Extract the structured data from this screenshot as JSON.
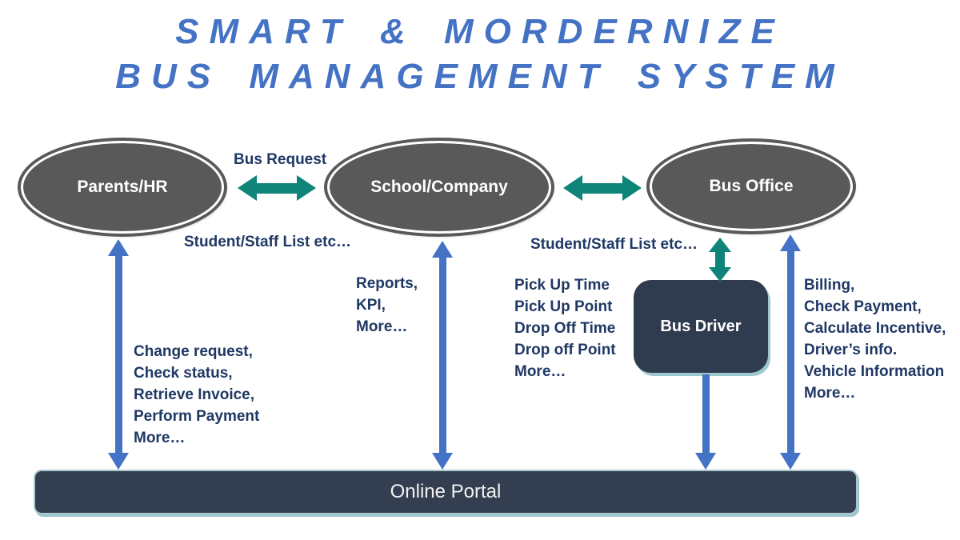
{
  "title": {
    "line1": "SMART & MORDERNIZE",
    "line2": "BUS MANAGEMENT SYSTEM"
  },
  "nodes": {
    "parents": "Parents/HR",
    "school": "School/Company",
    "bus_office": "Bus Office",
    "bus_driver": "Bus Driver",
    "online_portal": "Online Portal"
  },
  "labels": {
    "bus_request": "Bus Request",
    "student_staff_left": "Student/Staff List etc…",
    "student_staff_right": "Student/Staff List etc…"
  },
  "lists": {
    "parents_portal": [
      "Change request,",
      "Check status,",
      "Retrieve Invoice,",
      "Perform Payment",
      "More…"
    ],
    "school_portal": [
      "Reports,",
      "KPI,",
      "More…"
    ],
    "bus_driver_info": [
      "Pick Up Time",
      "Pick Up Point",
      "Drop Off Time",
      "Drop off Point",
      "More…"
    ],
    "bus_office_portal": [
      "Billing,",
      "Check Payment,",
      "Calculate Incentive,",
      "Driver’s info.",
      "Vehicle Information",
      "More…"
    ]
  },
  "colors": {
    "title_blue": "#4472C4",
    "arrow_blue": "#4472C4",
    "arrow_teal": "#0F8479",
    "text_navy": "#1F3864",
    "ellipse_gray": "#595959",
    "driver_box_dark": "#2F3B4E",
    "portal_dark": "#333F50",
    "light_edge": "#9FC7CE"
  }
}
